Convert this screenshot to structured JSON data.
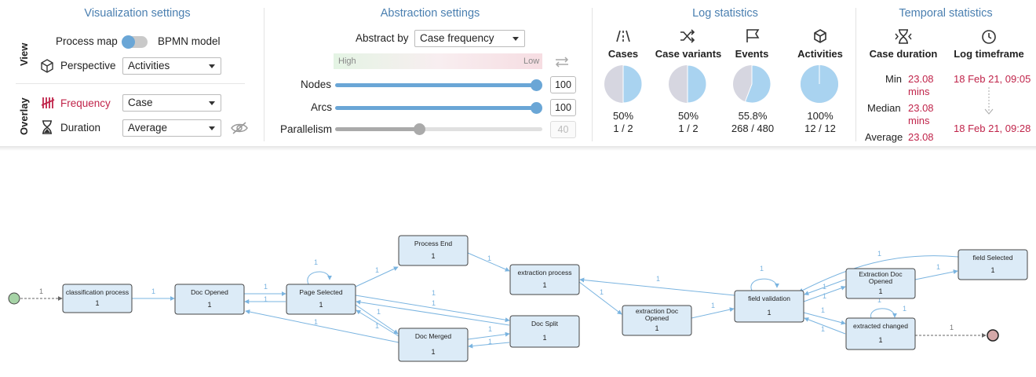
{
  "viz_settings": {
    "title": "Visualization settings",
    "view_label": "View",
    "overlay_label": "Overlay",
    "process_map_label": "Process map",
    "bpmn_label": "BPMN model",
    "perspective_label": "Perspective",
    "perspective_value": "Activities",
    "frequency_label": "Frequency",
    "frequency_value": "Case",
    "duration_label": "Duration",
    "duration_value": "Average"
  },
  "abstraction": {
    "title": "Abstraction settings",
    "abstract_by_label": "Abstract by",
    "abstract_by_value": "Case frequency",
    "high_label": "High",
    "low_label": "Low",
    "nodes_label": "Nodes",
    "nodes_value": "100",
    "arcs_label": "Arcs",
    "arcs_value": "100",
    "parallelism_label": "Parallelism",
    "parallelism_value": "40"
  },
  "log_stats": {
    "title": "Log statistics",
    "items": [
      {
        "label": "Cases",
        "percent": "50%",
        "ratio": "1 / 2",
        "fraction": 0.5
      },
      {
        "label": "Case variants",
        "percent": "50%",
        "ratio": "1 / 2",
        "fraction": 0.5
      },
      {
        "label": "Events",
        "percent": "55.8%",
        "ratio": "268 / 480",
        "fraction": 0.558
      },
      {
        "label": "Activities",
        "percent": "100%",
        "ratio": "12 / 12",
        "fraction": 1.0
      }
    ]
  },
  "temporal": {
    "title": "Temporal statistics",
    "case_duration_label": "Case duration",
    "log_timeframe_label": "Log timeframe",
    "min_label": "Min",
    "min_value_1": "23.08",
    "min_value_2": "mins",
    "median_label": "Median",
    "median_value_1": "23.08",
    "median_value_2": "mins",
    "average_label": "Average",
    "average_value_1": "23.08",
    "start_time": "18 Feb 21, 09:05",
    "end_time": "18 Feb 21, 09:28"
  },
  "graph": {
    "nodes": [
      {
        "label": "classification process",
        "count": "1"
      },
      {
        "label": "Doc Opened",
        "count": "1"
      },
      {
        "label": "Page Selected",
        "count": "1"
      },
      {
        "label": "Process End",
        "count": "1"
      },
      {
        "label": "Doc Merged",
        "count": "1"
      },
      {
        "label": "Doc Split",
        "count": "1"
      },
      {
        "label": "extraction process",
        "count": "1"
      },
      {
        "label": "extraction Doc",
        "label2": "Opened",
        "count": "1"
      },
      {
        "label": "field validation",
        "count": "1"
      },
      {
        "label": "Extraction Doc",
        "label2": "Opened",
        "count": "1"
      },
      {
        "label": "extracted changed",
        "count": "1"
      },
      {
        "label": "field Selected",
        "count": "1"
      }
    ],
    "edge_label": "1",
    "colors": {
      "node_fill": "#dcebf7",
      "node_border": "#444444",
      "edge": "#7ab4e0",
      "start": "#a6d3a6",
      "end": "#d4a8a8"
    }
  }
}
